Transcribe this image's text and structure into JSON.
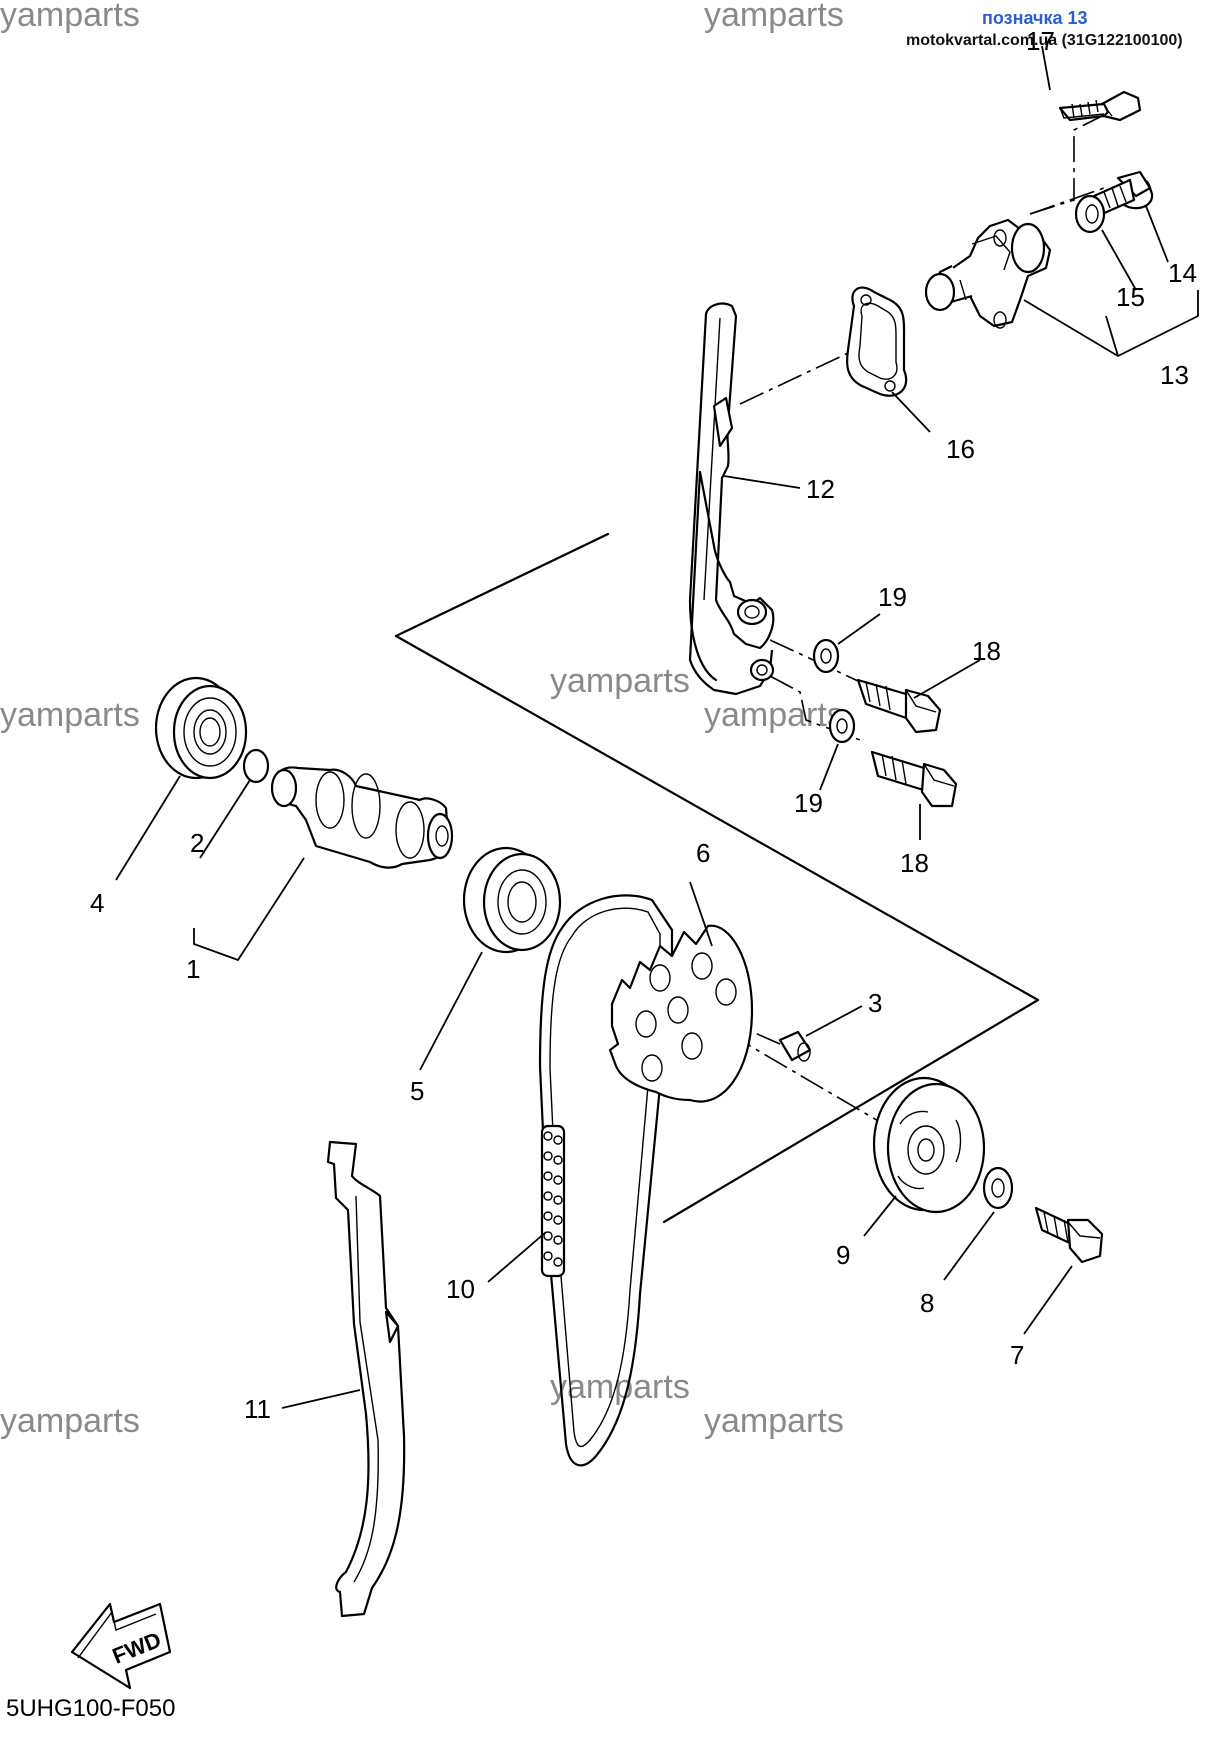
{
  "header": {
    "part_link": "позначка 13",
    "site_and_code": "motokvartal.com.ua (31G122100100)"
  },
  "watermarks": [
    "yamparts",
    "yamparts",
    "yamparts",
    "yamparts",
    "yamparts",
    "yamparts",
    "yamparts",
    "yamparts"
  ],
  "diagram_code": "5UHG100-F050",
  "fwd_label": "FWD",
  "callouts": [
    "1",
    "2",
    "3",
    "4",
    "5",
    "6",
    "7",
    "8",
    "9",
    "10",
    "11",
    "12",
    "13",
    "14",
    "15",
    "16",
    "17",
    "18",
    "18",
    "19",
    "19"
  ]
}
